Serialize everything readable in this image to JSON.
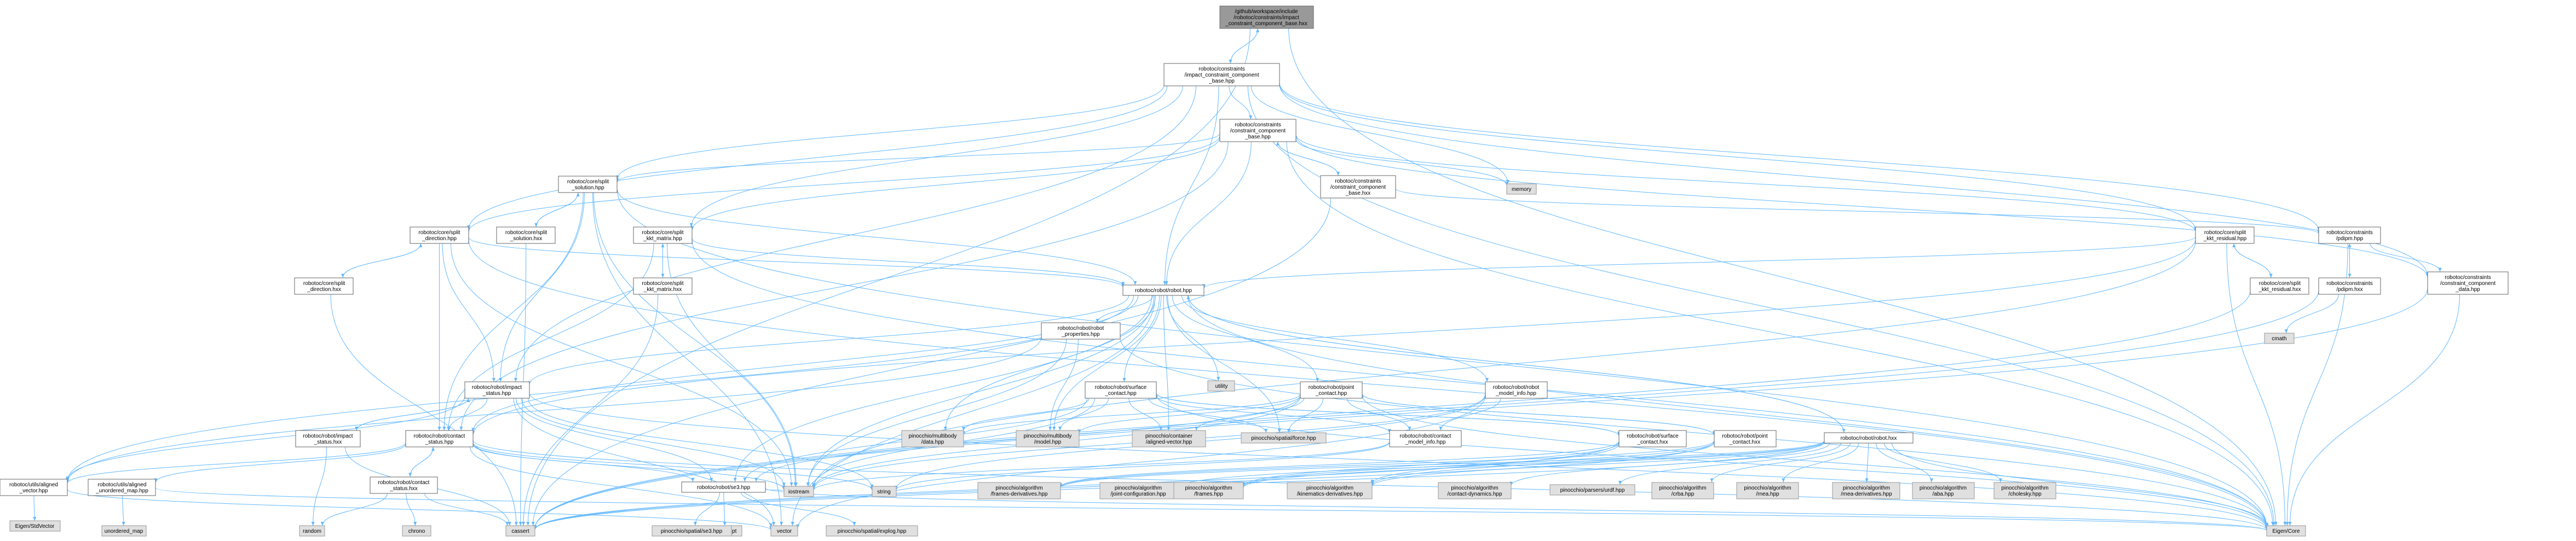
{
  "graph_title": "include dependency graph",
  "nodes": [
    {
      "id": "root",
      "kind": "root",
      "lines": [
        "/github/workspace/include",
        "/robotoc/constraints/impact",
        "_constraint_component_base.hxx"
      ]
    },
    {
      "id": "icc_hpp",
      "kind": "local",
      "lines": [
        "robotoc/constraints",
        "/impact_constraint_component",
        "_base.hpp"
      ]
    },
    {
      "id": "ccb_hpp",
      "kind": "local",
      "lines": [
        "robotoc/constraints",
        "/constraint_component",
        "_base.hpp"
      ]
    },
    {
      "id": "ccb_hxx",
      "kind": "local",
      "lines": [
        "robotoc/constraints",
        "/constraint_component",
        "_base.hxx"
      ]
    },
    {
      "id": "memory",
      "kind": "sys",
      "lines": [
        "memory"
      ]
    },
    {
      "id": "split_solution_hpp",
      "kind": "local",
      "lines": [
        "robotoc/core/split",
        "_solution.hpp"
      ]
    },
    {
      "id": "split_solution_hxx",
      "kind": "local",
      "lines": [
        "robotoc/core/split",
        "_solution.hxx"
      ]
    },
    {
      "id": "split_direction_hpp",
      "kind": "local",
      "lines": [
        "robotoc/core/split",
        "_direction.hpp"
      ]
    },
    {
      "id": "split_direction_hxx",
      "kind": "local",
      "lines": [
        "robotoc/core/split",
        "_direction.hxx"
      ]
    },
    {
      "id": "kkt_matrix_hpp",
      "kind": "local",
      "lines": [
        "robotoc/core/split",
        "_kkt_matrix.hpp"
      ]
    },
    {
      "id": "kkt_matrix_hxx",
      "kind": "local",
      "lines": [
        "robotoc/core/split",
        "_kkt_matrix.hxx"
      ]
    },
    {
      "id": "kkt_residual_hpp",
      "kind": "local",
      "lines": [
        "robotoc/core/split",
        "_kkt_residual.hpp"
      ]
    },
    {
      "id": "kkt_residual_hxx",
      "kind": "local",
      "lines": [
        "robotoc/core/split",
        "_kkt_residual.hxx"
      ]
    },
    {
      "id": "pdipm_hpp",
      "kind": "local",
      "lines": [
        "robotoc/constraints",
        "/pdipm.hpp"
      ]
    },
    {
      "id": "pdipm_hxx",
      "kind": "local",
      "lines": [
        "robotoc/constraints",
        "/pdipm.hxx"
      ]
    },
    {
      "id": "cmath",
      "kind": "sys",
      "lines": [
        "cmath"
      ]
    },
    {
      "id": "ccd_hpp",
      "kind": "local",
      "lines": [
        "robotoc/constraints",
        "/constraint_component",
        "_data.hpp"
      ]
    },
    {
      "id": "robot_hpp",
      "kind": "local",
      "lines": [
        "robotoc/robot/robot.hpp"
      ]
    },
    {
      "id": "robot_props_hpp",
      "kind": "local",
      "lines": [
        "robotoc/robot/robot",
        "_properties.hpp"
      ]
    },
    {
      "id": "impact_status_hpp",
      "kind": "local",
      "lines": [
        "robotoc/robot/impact",
        "_status.hpp"
      ]
    },
    {
      "id": "impact_status_hxx",
      "kind": "local",
      "lines": [
        "robotoc/robot/impact",
        "_status.hxx"
      ]
    },
    {
      "id": "contact_status_hpp",
      "kind": "local",
      "lines": [
        "robotoc/robot/contact",
        "_status.hpp"
      ]
    },
    {
      "id": "contact_status_hxx",
      "kind": "local",
      "lines": [
        "robotoc/robot/contact",
        "_status.hxx"
      ]
    },
    {
      "id": "aligned_vector_hpp",
      "kind": "local",
      "lines": [
        "robotoc/utils/aligned",
        "_vector.hpp"
      ]
    },
    {
      "id": "aligned_map_hpp",
      "kind": "local",
      "lines": [
        "robotoc/utils/aligned",
        "_unordered_map.hpp"
      ]
    },
    {
      "id": "stdvector",
      "kind": "sys",
      "lines": [
        "Eigen/StdVector"
      ]
    },
    {
      "id": "unordered_map",
      "kind": "sys",
      "lines": [
        "unordered_map"
      ]
    },
    {
      "id": "random",
      "kind": "sys",
      "lines": [
        "random"
      ]
    },
    {
      "id": "chrono",
      "kind": "sys",
      "lines": [
        "chrono"
      ]
    },
    {
      "id": "cassert",
      "kind": "sys",
      "lines": [
        "cassert"
      ]
    },
    {
      "id": "iostream",
      "kind": "sys",
      "lines": [
        "iostream"
      ]
    },
    {
      "id": "utility",
      "kind": "sys",
      "lines": [
        "utility"
      ]
    },
    {
      "id": "string",
      "kind": "sys",
      "lines": [
        "string"
      ]
    },
    {
      "id": "stdexcept",
      "kind": "sys",
      "lines": [
        "stdexcept"
      ]
    },
    {
      "id": "vector",
      "kind": "sys",
      "lines": [
        "vector"
      ]
    },
    {
      "id": "se3_hpp",
      "kind": "local",
      "lines": [
        "robotoc/robot/se3.hpp"
      ]
    },
    {
      "id": "surface_contact_hpp",
      "kind": "local",
      "lines": [
        "robotoc/robot/surface",
        "_contact.hpp"
      ]
    },
    {
      "id": "surface_contact_hxx",
      "kind": "local",
      "lines": [
        "robotoc/robot/surface",
        "_contact.hxx"
      ]
    },
    {
      "id": "point_contact_hpp",
      "kind": "local",
      "lines": [
        "robotoc/robot/point",
        "_contact.hpp"
      ]
    },
    {
      "id": "point_contact_hxx",
      "kind": "local",
      "lines": [
        "robotoc/robot/point",
        "_contact.hxx"
      ]
    },
    {
      "id": "contact_model_info",
      "kind": "local",
      "lines": [
        "robotoc/robot/contact",
        "_model_info.hpp"
      ]
    },
    {
      "id": "robot_model_info",
      "kind": "local",
      "lines": [
        "robotoc/robot/robot",
        "_model_info.hpp"
      ]
    },
    {
      "id": "robot_hxx",
      "kind": "local",
      "lines": [
        "robotoc/robot/robot.hxx"
      ]
    },
    {
      "id": "pin_mb_data",
      "kind": "sys",
      "lines": [
        "pinocchio/multibody",
        "/data.hpp"
      ]
    },
    {
      "id": "pin_mb_model",
      "kind": "sys",
      "lines": [
        "pinocchio/multibody",
        "/model.hpp"
      ]
    },
    {
      "id": "pin_aligned_vec",
      "kind": "sys",
      "lines": [
        "pinocchio/container",
        "/aligned-vector.hpp"
      ]
    },
    {
      "id": "pin_force",
      "kind": "sys",
      "lines": [
        "pinocchio/spatial/force.hpp"
      ]
    },
    {
      "id": "pin_se3",
      "kind": "sys",
      "lines": [
        "pinocchio/spatial/se3.hpp"
      ]
    },
    {
      "id": "pin_explog",
      "kind": "sys",
      "lines": [
        "pinocchio/spatial/explog.hpp"
      ]
    },
    {
      "id": "pin_frames_deriv",
      "kind": "sys",
      "lines": [
        "pinocchio/algorithm",
        "/frames-derivatives.hpp"
      ]
    },
    {
      "id": "pin_joint_config",
      "kind": "sys",
      "lines": [
        "pinocchio/algorithm",
        "/joint-configuration.hpp"
      ]
    },
    {
      "id": "pin_frames",
      "kind": "sys",
      "lines": [
        "pinocchio/algorithm",
        "/frames.hpp"
      ]
    },
    {
      "id": "pin_kin_deriv",
      "kind": "sys",
      "lines": [
        "pinocchio/algorithm",
        "/kinematics-derivatives.hpp"
      ]
    },
    {
      "id": "pin_contact_dyn",
      "kind": "sys",
      "lines": [
        "pinocchio/algorithm",
        "/contact-dynamics.hpp"
      ]
    },
    {
      "id": "pin_urdf",
      "kind": "sys",
      "lines": [
        "pinocchio/parsers/urdf.hpp"
      ]
    },
    {
      "id": "pin_crba",
      "kind": "sys",
      "lines": [
        "pinocchio/algorithm",
        "/crba.hpp"
      ]
    },
    {
      "id": "pin_rnea",
      "kind": "sys",
      "lines": [
        "pinocchio/algorithm",
        "/rnea.hpp"
      ]
    },
    {
      "id": "pin_rnea_deriv",
      "kind": "sys",
      "lines": [
        "pinocchio/algorithm",
        "/rnea-derivatives.hpp"
      ]
    },
    {
      "id": "pin_aba",
      "kind": "sys",
      "lines": [
        "pinocchio/algorithm",
        "/aba.hpp"
      ]
    },
    {
      "id": "pin_cholesky",
      "kind": "sys",
      "lines": [
        "pinocchio/algorithm",
        "/cholesky.hpp"
      ]
    },
    {
      "id": "eigen_core",
      "kind": "sys",
      "lines": [
        "Eigen/Core"
      ]
    }
  ],
  "edges": [
    [
      "root",
      "icc_hpp"
    ],
    [
      "root",
      "cassert"
    ],
    [
      "root",
      "eigen_core"
    ],
    [
      "icc_hpp",
      "ccb_hpp"
    ],
    [
      "icc_hpp",
      "memory"
    ],
    [
      "icc_hpp",
      "eigen_core"
    ],
    [
      "icc_hpp",
      "robot_hpp"
    ],
    [
      "icc_hpp",
      "impact_status_hpp"
    ],
    [
      "icc_hpp",
      "ccd_hpp"
    ],
    [
      "icc_hpp",
      "kkt_matrix_hpp"
    ],
    [
      "icc_hpp",
      "kkt_residual_hpp"
    ],
    [
      "icc_hpp",
      "split_solution_hpp"
    ],
    [
      "icc_hpp",
      "split_direction_hpp"
    ],
    [
      "icc_hpp",
      "root"
    ],
    [
      "icc_hpp",
      "pdipm_hpp"
    ],
    [
      "ccb_hpp",
      "memory"
    ],
    [
      "ccb_hpp",
      "eigen_core"
    ],
    [
      "ccb_hpp",
      "robot_hpp"
    ],
    [
      "ccb_hpp",
      "contact_status_hpp"
    ],
    [
      "ccb_hpp",
      "ccd_hpp"
    ],
    [
      "ccb_hpp",
      "kkt_matrix_hpp"
    ],
    [
      "ccb_hpp",
      "kkt_residual_hpp"
    ],
    [
      "ccb_hpp",
      "split_solution_hpp"
    ],
    [
      "ccb_hpp",
      "split_direction_hpp"
    ],
    [
      "ccb_hpp",
      "ccb_hxx"
    ],
    [
      "ccb_hxx",
      "ccb_hpp"
    ],
    [
      "ccb_hxx",
      "pdipm_hpp"
    ],
    [
      "ccb_hxx",
      "cassert"
    ],
    [
      "split_solution_hpp",
      "eigen_core"
    ],
    [
      "split_solution_hpp",
      "robot_hpp"
    ],
    [
      "split_solution_hpp",
      "contact_status_hpp"
    ],
    [
      "split_solution_hpp",
      "impact_status_hpp"
    ],
    [
      "split_solution_hpp",
      "iostream"
    ],
    [
      "split_solution_hpp",
      "split_solution_hxx"
    ],
    [
      "split_solution_hpp",
      "vector"
    ],
    [
      "split_solution_hxx",
      "split_solution_hpp"
    ],
    [
      "split_solution_hxx",
      "cassert"
    ],
    [
      "split_direction_hpp",
      "eigen_core"
    ],
    [
      "split_direction_hpp",
      "robot_hpp"
    ],
    [
      "split_direction_hpp",
      "contact_status_hpp"
    ],
    [
      "split_direction_hpp",
      "impact_status_hpp"
    ],
    [
      "split_direction_hpp",
      "iostream"
    ],
    [
      "split_direction_hpp",
      "split_direction_hxx"
    ],
    [
      "split_direction_hxx",
      "split_direction_hpp"
    ],
    [
      "split_direction_hxx",
      "cassert"
    ],
    [
      "kkt_matrix_hpp",
      "eigen_core"
    ],
    [
      "kkt_matrix_hpp",
      "robot_hpp"
    ],
    [
      "kkt_matrix_hpp",
      "iostream"
    ],
    [
      "kkt_matrix_hpp",
      "kkt_matrix_hxx"
    ],
    [
      "kkt_matrix_hpp",
      "contact_status_hpp"
    ],
    [
      "kkt_matrix_hxx",
      "kkt_matrix_hpp"
    ],
    [
      "kkt_matrix_hxx",
      "cassert"
    ],
    [
      "kkt_residual_hpp",
      "eigen_core"
    ],
    [
      "kkt_residual_hpp",
      "robot_hpp"
    ],
    [
      "kkt_residual_hpp",
      "iostream"
    ],
    [
      "kkt_residual_hpp",
      "kkt_residual_hxx"
    ],
    [
      "kkt_residual_hpp",
      "contact_status_hpp"
    ],
    [
      "kkt_residual_hxx",
      "kkt_residual_hpp"
    ],
    [
      "kkt_residual_hxx",
      "cassert"
    ],
    [
      "pdipm_hpp",
      "eigen_core"
    ],
    [
      "pdipm_hpp",
      "ccd_hpp"
    ],
    [
      "pdipm_hpp",
      "pdipm_hxx"
    ],
    [
      "pdipm_hxx",
      "pdipm_hpp"
    ],
    [
      "pdipm_hxx",
      "cmath"
    ],
    [
      "pdipm_hxx",
      "cassert"
    ],
    [
      "ccd_hpp",
      "eigen_core"
    ],
    [
      "ccd_hpp",
      "cassert"
    ],
    [
      "robot_hpp",
      "vector"
    ],
    [
      "robot_hpp",
      "utility"
    ],
    [
      "robot_hpp",
      "iostream"
    ],
    [
      "robot_hpp",
      "robot_props_hpp"
    ],
    [
      "robot_hpp",
      "pin_mb_model"
    ],
    [
      "robot_hpp",
      "pin_mb_data"
    ],
    [
      "robot_hpp",
      "eigen_core"
    ],
    [
      "robot_hpp",
      "point_contact_hpp"
    ],
    [
      "robot_hpp",
      "surface_contact_hpp"
    ],
    [
      "robot_hpp",
      "robot_model_info"
    ],
    [
      "robot_hpp",
      "contact_status_hpp"
    ],
    [
      "robot_hpp",
      "impact_status_hpp"
    ],
    [
      "robot_hpp",
      "se3_hpp"
    ],
    [
      "robot_hpp",
      "aligned_vector_hpp"
    ],
    [
      "robot_hpp",
      "robot_hxx"
    ],
    [
      "robot_hpp",
      "pin_force"
    ],
    [
      "robot_hpp",
      "pin_aligned_vec"
    ],
    [
      "robot_props_hpp",
      "eigen_core"
    ],
    [
      "robot_props_hpp",
      "iostream"
    ],
    [
      "robot_props_hpp",
      "aligned_vector_hpp"
    ],
    [
      "robot_props_hpp",
      "pin_mb_model"
    ],
    [
      "impact_status_hpp",
      "vector"
    ],
    [
      "impact_status_hpp",
      "iostream"
    ],
    [
      "impact_status_hpp",
      "string"
    ],
    [
      "impact_status_hpp",
      "eigen_core"
    ],
    [
      "impact_status_hpp",
      "contact_status_hpp"
    ],
    [
      "impact_status_hpp",
      "se3_hpp"
    ],
    [
      "impact_status_hpp",
      "aligned_vector_hpp"
    ],
    [
      "impact_status_hpp",
      "impact_status_hxx"
    ],
    [
      "impact_status_hxx",
      "impact_status_hpp"
    ],
    [
      "impact_status_hxx",
      "random"
    ],
    [
      "impact_status_hxx",
      "cassert"
    ],
    [
      "contact_status_hpp",
      "vector"
    ],
    [
      "contact_status_hpp",
      "iostream"
    ],
    [
      "contact_status_hpp",
      "string"
    ],
    [
      "contact_status_hpp",
      "eigen_core"
    ],
    [
      "contact_status_hpp",
      "se3_hpp"
    ],
    [
      "contact_status_hpp",
      "aligned_vector_hpp"
    ],
    [
      "contact_status_hpp",
      "aligned_map_hpp"
    ],
    [
      "contact_status_hpp",
      "contact_status_hxx"
    ],
    [
      "contact_status_hxx",
      "contact_status_hpp"
    ],
    [
      "contact_status_hxx",
      "random"
    ],
    [
      "contact_status_hxx",
      "chrono"
    ],
    [
      "contact_status_hxx",
      "cassert"
    ],
    [
      "aligned_vector_hpp",
      "vector"
    ],
    [
      "aligned_vector_hpp",
      "stdvector"
    ],
    [
      "aligned_map_hpp",
      "unordered_map"
    ],
    [
      "aligned_map_hpp",
      "eigen_core"
    ],
    [
      "se3_hpp",
      "eigen_core"
    ],
    [
      "se3_hpp",
      "pin_se3"
    ],
    [
      "se3_hpp",
      "pin_explog"
    ],
    [
      "se3_hpp",
      "stdexcept"
    ],
    [
      "se3_hpp",
      "iostream"
    ],
    [
      "surface_contact_hpp",
      "pin_mb_model"
    ],
    [
      "surface_contact_hpp",
      "pin_mb_data"
    ],
    [
      "surface_contact_hpp",
      "pin_aligned_vec"
    ],
    [
      "surface_contact_hpp",
      "pin_force"
    ],
    [
      "surface_contact_hpp",
      "eigen_core"
    ],
    [
      "surface_contact_hpp",
      "contact_model_info"
    ],
    [
      "surface_contact_hpp",
      "se3_hpp"
    ],
    [
      "surface_contact_hpp",
      "iostream"
    ],
    [
      "surface_contact_hpp",
      "surface_contact_hxx"
    ],
    [
      "surface_contact_hxx",
      "surface_contact_hpp"
    ],
    [
      "surface_contact_hxx",
      "pin_frames_deriv"
    ],
    [
      "surface_contact_hxx",
      "pin_frames"
    ],
    [
      "surface_contact_hxx",
      "pin_kin_deriv"
    ],
    [
      "surface_contact_hxx",
      "cassert"
    ],
    [
      "point_contact_hpp",
      "pin_mb_model"
    ],
    [
      "point_contact_hpp",
      "pin_mb_data"
    ],
    [
      "point_contact_hpp",
      "pin_aligned_vec"
    ],
    [
      "point_contact_hpp",
      "pin_force"
    ],
    [
      "point_contact_hpp",
      "eigen_core"
    ],
    [
      "point_contact_hpp",
      "contact_model_info"
    ],
    [
      "point_contact_hpp",
      "iostream"
    ],
    [
      "point_contact_hpp",
      "point_contact_hxx"
    ],
    [
      "point_contact_hpp",
      "se3_hpp"
    ],
    [
      "point_contact_hxx",
      "point_contact_hpp"
    ],
    [
      "point_contact_hxx",
      "pin_frames_deriv"
    ],
    [
      "point_contact_hxx",
      "pin_frames"
    ],
    [
      "point_contact_hxx",
      "pin_kin_deriv"
    ],
    [
      "point_contact_hxx",
      "cassert"
    ],
    [
      "contact_model_info",
      "string"
    ],
    [
      "contact_model_info",
      "iostream"
    ],
    [
      "robot_model_info",
      "string"
    ],
    [
      "robot_model_info",
      "iostream"
    ],
    [
      "robot_model_info",
      "contact_model_info"
    ],
    [
      "robot_model_info",
      "vector"
    ],
    [
      "robot_hxx",
      "robot_hpp"
    ],
    [
      "robot_hxx",
      "pin_joint_config"
    ],
    [
      "robot_hxx",
      "pin_frames"
    ],
    [
      "robot_hxx",
      "pin_contact_dyn"
    ],
    [
      "robot_hxx",
      "pin_urdf"
    ],
    [
      "robot_hxx",
      "pin_crba"
    ],
    [
      "robot_hxx",
      "pin_rnea"
    ],
    [
      "robot_hxx",
      "pin_rnea_deriv"
    ],
    [
      "robot_hxx",
      "pin_aba"
    ],
    [
      "robot_hxx",
      "pin_cholesky"
    ],
    [
      "robot_hxx",
      "pin_frames_deriv"
    ],
    [
      "robot_hxx",
      "pin_kin_deriv"
    ],
    [
      "robot_hxx",
      "cassert"
    ],
    [
      "robot_hxx",
      "eigen_core"
    ]
  ]
}
